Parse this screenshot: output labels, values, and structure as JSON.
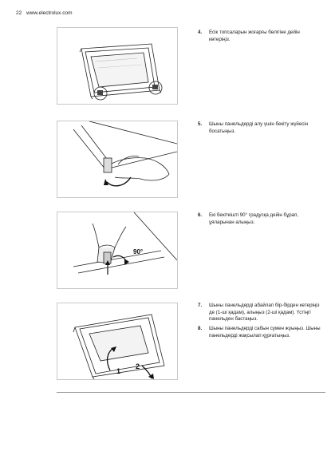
{
  "header": {
    "page_number": "22",
    "website": "www.electrolux.com"
  },
  "steps": [
    {
      "num": "4.",
      "text": "Есік топсаларын жоғарғы бөлігіне дейін көтеріңіз."
    },
    {
      "num": "5.",
      "text": "Шыны панельдерді алу үшін бекіту жүйесін босатыңыз."
    },
    {
      "num": "6.",
      "text": "Екі бекіткішті 90° градусқа дейін бұрап, ұяларынан алыңыз."
    },
    {
      "num": "7.",
      "text": "Шыны панельдерді абайлап бір-бірден көтеріңіз де (1-ші қадам), алыңыз (2-ші қадам). Үстіңгі панельден бастаңыз."
    },
    {
      "num": "8.",
      "text": "Шыны панельдерді сабын сумен жуыңыз. Шыны панельдерді жақсылап құрғатыңыз."
    }
  ],
  "figure_labels": {
    "angle": "90°",
    "step_one": "1",
    "step_two": "2"
  }
}
